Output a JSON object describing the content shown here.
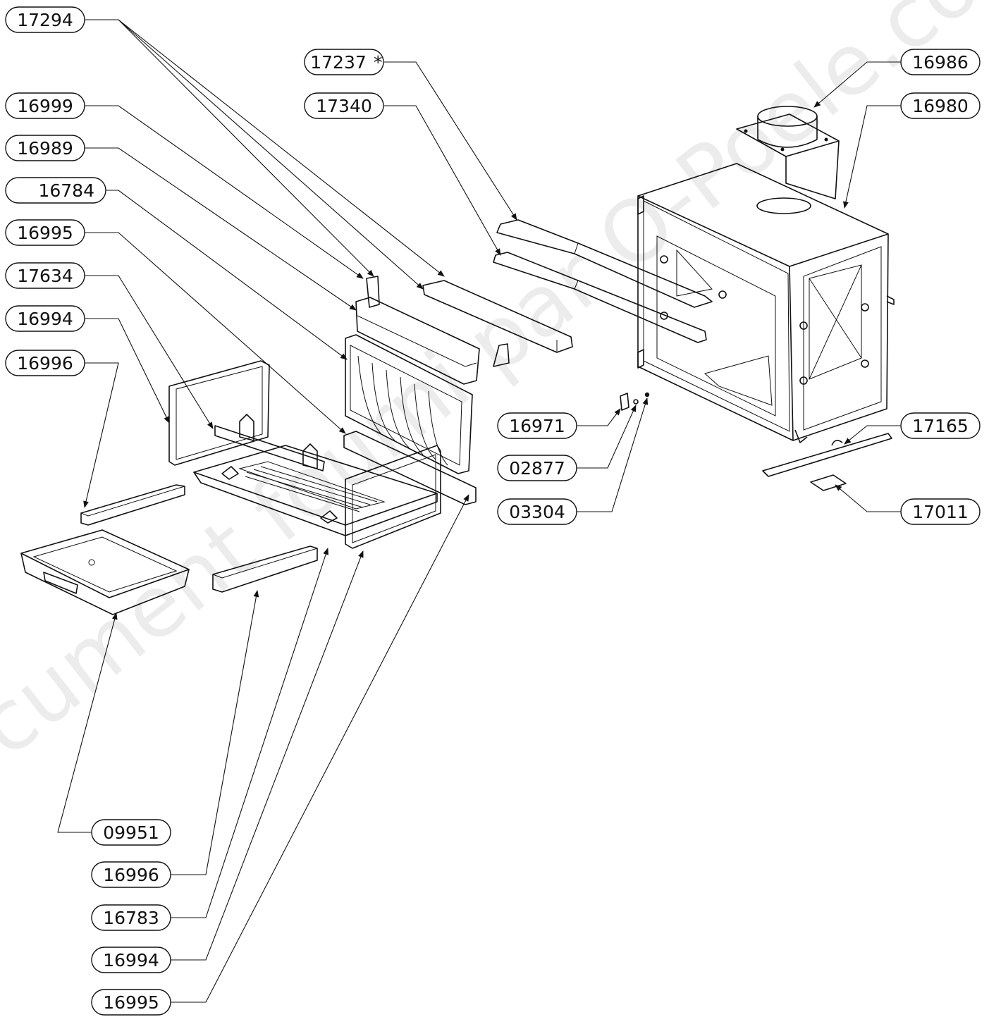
{
  "watermark": "Document fourni par O-Poele.com - Document fourni par O-Poele.com",
  "callouts": [
    {
      "id": "c1",
      "label": "17294"
    },
    {
      "id": "c2",
      "label": "17237",
      "mark": "*"
    },
    {
      "id": "c3",
      "label": "16986"
    },
    {
      "id": "c4",
      "label": "16999"
    },
    {
      "id": "c5",
      "label": "17340"
    },
    {
      "id": "c6",
      "label": "16980"
    },
    {
      "id": "c7",
      "label": "16989"
    },
    {
      "id": "c8",
      "label": "16784"
    },
    {
      "id": "c9",
      "label": "16995"
    },
    {
      "id": "c10",
      "label": "17634"
    },
    {
      "id": "c11",
      "label": "16994"
    },
    {
      "id": "c12",
      "label": "16996"
    },
    {
      "id": "c13",
      "label": "16971"
    },
    {
      "id": "c14",
      "label": "17165"
    },
    {
      "id": "c15",
      "label": "02877"
    },
    {
      "id": "c16",
      "label": "03304"
    },
    {
      "id": "c17",
      "label": "17011"
    },
    {
      "id": "c18",
      "label": "09951"
    },
    {
      "id": "c19",
      "label": "16996"
    },
    {
      "id": "c20",
      "label": "16783"
    },
    {
      "id": "c21",
      "label": "16994"
    },
    {
      "id": "c22",
      "label": "16995"
    }
  ]
}
